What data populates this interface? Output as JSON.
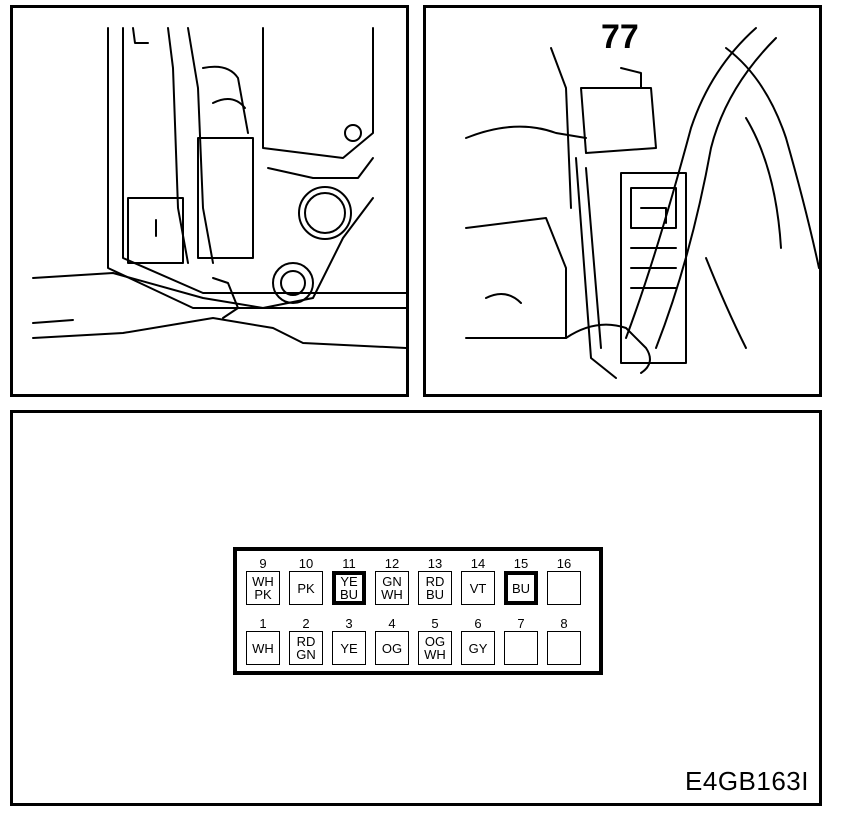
{
  "callout_number": "77",
  "figure_code": "E4GB163I",
  "connector": {
    "top_row": [
      {
        "num": "9",
        "lines": [
          "WH",
          "PK"
        ],
        "highlight": false
      },
      {
        "num": "10",
        "lines": [
          "PK"
        ],
        "highlight": false
      },
      {
        "num": "11",
        "lines": [
          "YE",
          "BU"
        ],
        "highlight": true
      },
      {
        "num": "12",
        "lines": [
          "GN",
          "WH"
        ],
        "highlight": false
      },
      {
        "num": "13",
        "lines": [
          "RD",
          "BU"
        ],
        "highlight": false
      },
      {
        "num": "14",
        "lines": [
          "VT"
        ],
        "highlight": false
      },
      {
        "num": "15",
        "lines": [
          "BU"
        ],
        "highlight": true
      },
      {
        "num": "16",
        "lines": [],
        "highlight": false
      }
    ],
    "bottom_row": [
      {
        "num": "1",
        "lines": [
          "WH"
        ],
        "highlight": false
      },
      {
        "num": "2",
        "lines": [
          "RD",
          "GN"
        ],
        "highlight": false
      },
      {
        "num": "3",
        "lines": [
          "YE"
        ],
        "highlight": false
      },
      {
        "num": "4",
        "lines": [
          "OG"
        ],
        "highlight": false
      },
      {
        "num": "5",
        "lines": [
          "OG",
          "WH"
        ],
        "highlight": false
      },
      {
        "num": "6",
        "lines": [
          "GY"
        ],
        "highlight": false
      },
      {
        "num": "7",
        "lines": [],
        "highlight": false
      },
      {
        "num": "8",
        "lines": [],
        "highlight": false
      }
    ]
  }
}
